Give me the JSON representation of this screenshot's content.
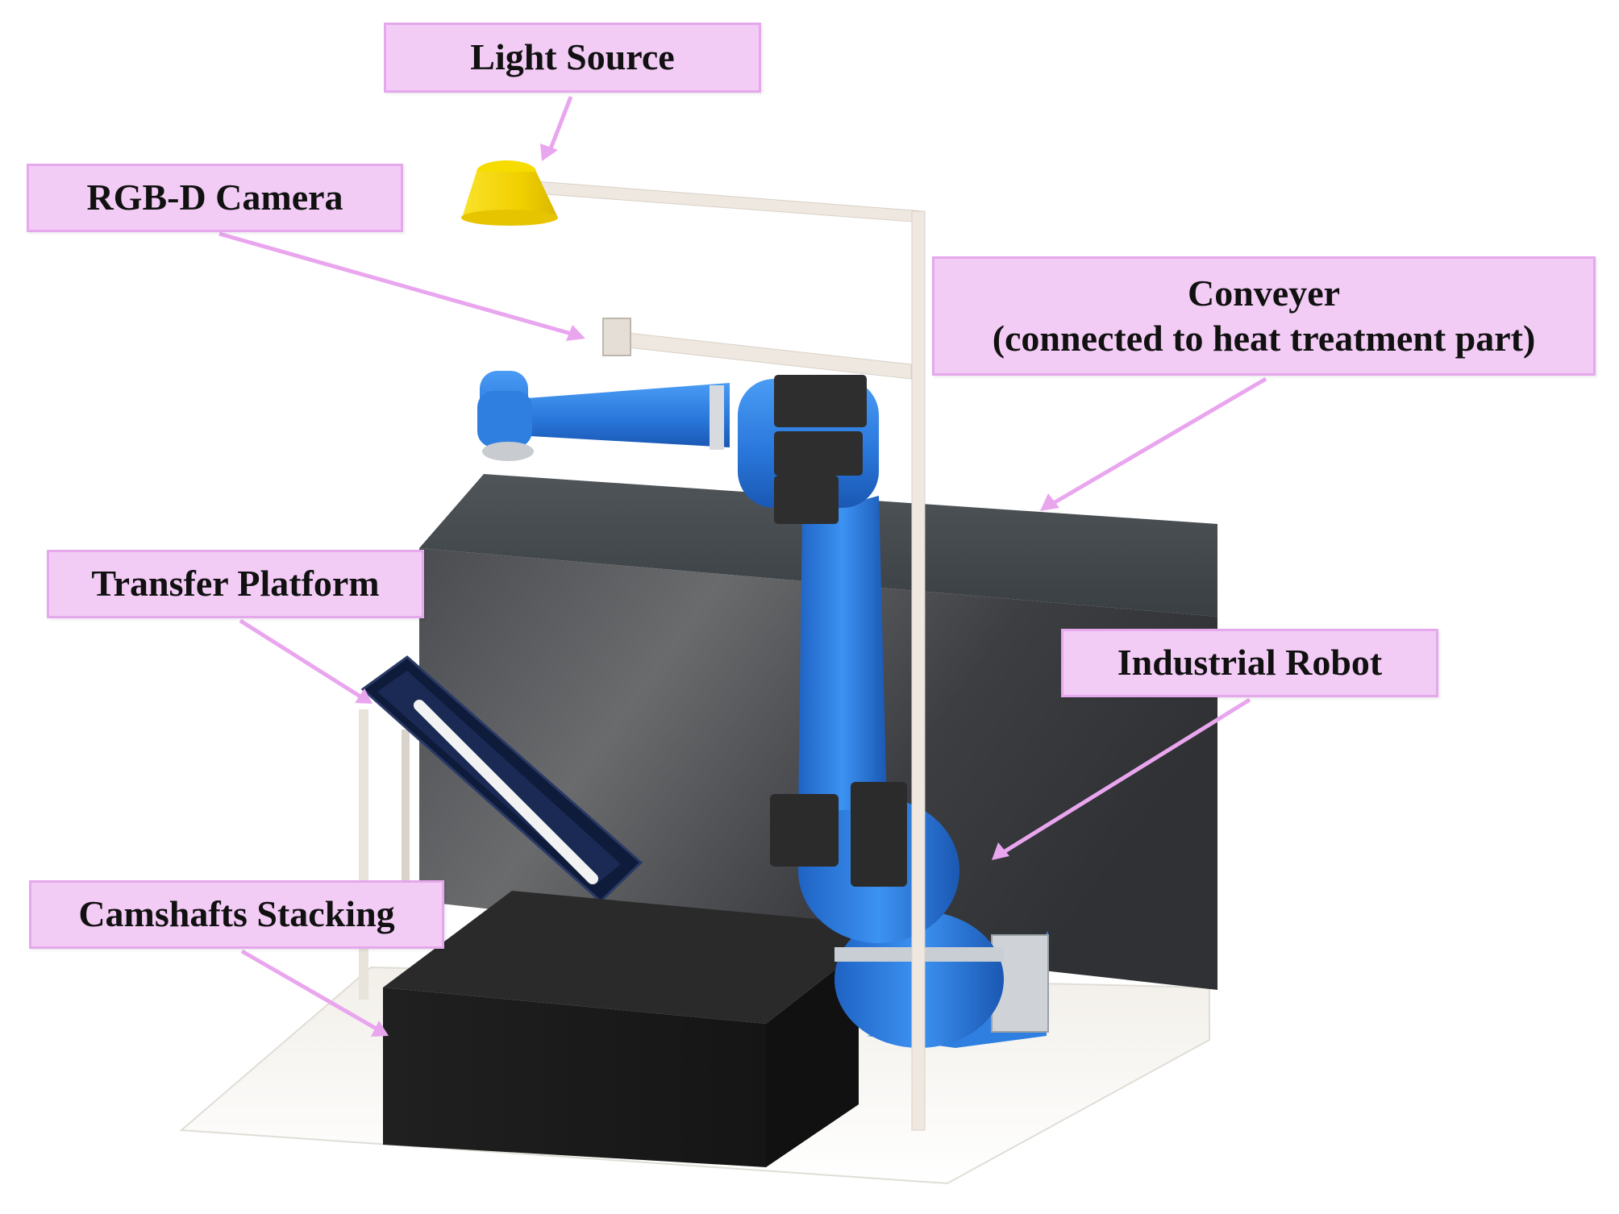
{
  "labels": {
    "light_source": "Light Source",
    "rgbd_camera": "RGB-D Camera",
    "conveyer_line1": "Conveyer",
    "conveyer_line2": "(connected to heat treatment part)",
    "transfer_platform": "Transfer Platform",
    "industrial_robot": "Industrial Robot",
    "camshafts_stacking": "Camshafts Stacking"
  },
  "colors": {
    "label_fill": "#f3ccf6",
    "label_border": "#e5a8ec",
    "arrow": "#e9a6ef",
    "robot_blue": "#2f7fe0",
    "light_yellow": "#f2d600",
    "enclosure": "#3b3d40",
    "stack_box": "#1e1e1e",
    "platform": "#0f1b3a"
  }
}
